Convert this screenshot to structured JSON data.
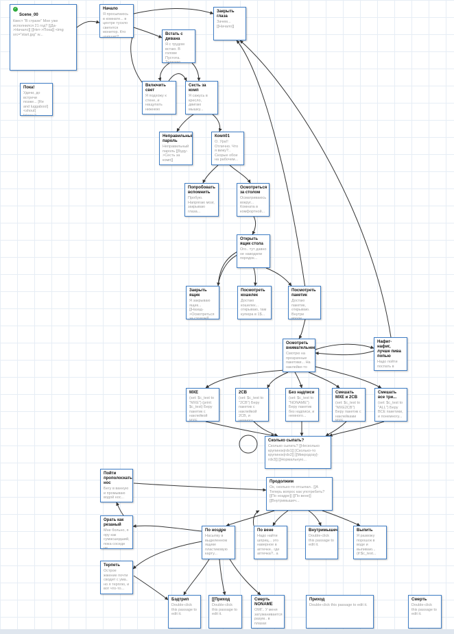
{
  "colors": {
    "box_border": "#3d7cc4",
    "arrow": "#333333",
    "grid": "#e6edf5",
    "start_badge": "#2eaa3c"
  },
  "start_badge_icon": "check-icon",
  "passages": [
    {
      "id": "scene00",
      "title": "Scene_00",
      "excerpt": "Квест \"В страхе\" Мне уже исполнился 21 год? [[Да->Начало]] [[Нет->Пока]] <img src=\"start.jpg\" w...",
      "start": true
    },
    {
      "id": "poka",
      "title": "Пока!",
      "excerpt": "Удачи, до встречи позже... [Re and luggabool] <shout] [class:?"
    },
    {
      "id": "nachalo",
      "title": "Начало",
      "excerpt": "Я просыпаюсь в комнате... в центре тускло светится монитор. Кто шуршит?..."
    },
    {
      "id": "zakryt",
      "title": "Закрыть глаза",
      "excerpt": "Зачем... [[Начало]]"
    },
    {
      "id": "vstat",
      "title": "Встать с дивана",
      "excerpt": "Я с трудом встаю. В голове Пустота. Залезаю..."
    },
    {
      "id": "vkl",
      "title": "Включить свет",
      "excerpt": "Я подхожу к стене, и нащупать нижнюю"
    },
    {
      "id": "sest",
      "title": "Сесть за комп",
      "excerpt": "Я сажусь в кресло, двигаю мышку..."
    },
    {
      "id": "neprav",
      "title": "Неправильный пароль",
      "excerpt": "Неправильный пароль [[Буду->Сесть за комп]]"
    },
    {
      "id": "komp01",
      "title": "Комп01",
      "excerpt": "О. Ура!! Отлично. Что я вижу?.. Скорые обои на рабочем..."
    },
    {
      "id": "popr",
      "title": "Попробовать вспомнить",
      "excerpt": "Пробую. Напрягаю мозг, закрываю глаза..."
    },
    {
      "id": "osm_stol",
      "title": "Осмотреться за столом",
      "excerpt": "Осматриваюсь вокруг... Комната в комфортной..."
    },
    {
      "id": "otkr",
      "title": "Открыть ящик стола",
      "excerpt": "Ого.. тут давно не наводили порядок..."
    },
    {
      "id": "zakr_yash",
      "title": "Закрыть ящик",
      "excerpt": "Я закрываю ящик... [[Назад->Осмотреться за столом]]"
    },
    {
      "id": "kosh",
      "title": "Посмотреть кошелек",
      "excerpt": "Достаю кошелек... открываю, там купюра в 1$..."
    },
    {
      "id": "paketiki",
      "title": "Посмотреть пакетик",
      "excerpt": "Достаю пакетик, открываю. Внутри вроде..."
    },
    {
      "id": "osm_vnim",
      "title": "Осмотреть внимательнее",
      "excerpt": "Смотрю на прозрачные пакетики... На наклейке-то"
    },
    {
      "id": "nafig",
      "title": "Нафиг-нафиг, лучше пива попью",
      "excerpt": "Надо пойти поспать в"
    },
    {
      "id": "mxe",
      "title": "МХЕ",
      "excerpt": "(set: $c_test to \"MXE\") (print: $c_test) Беру пакетик с наклейкой МХЕ..."
    },
    {
      "id": "2cb",
      "title": "2CB",
      "excerpt": "(set: $c_test to \"2CB\") Беру пакетик с наклейкой 2CB, и немного..."
    },
    {
      "id": "bez",
      "title": "Без надписи",
      "excerpt": "(set: $c_test to \"NONAME\") Беру пакетик без надписи, и немного..."
    },
    {
      "id": "smesh",
      "title": "Смешать МХЕ и 2CB",
      "excerpt": "(set: $c_test to \"MXE2CB\") Беру пакетик с наклейками МХЕ..."
    },
    {
      "id": "smesh_vse",
      "title": "Смешать все три...",
      "excerpt": "(set: $c_test to \"ALL\") Беру ВСЕ пакетики, и понемногу..."
    },
    {
      "id": "skolko",
      "title": "Сколько сыпать?",
      "excerpt": "Сколько сыпать? [[Несколько крупинок|rdx1]] [Сколько-то крупинок|rdx2]] [[Микродозу]-rdx3]] [[Нормальную..."
    },
    {
      "id": "poiti",
      "title": "Пойти прополоскать нос",
      "excerpt": "Бегу в ванную и промываю водой нос..."
    },
    {
      "id": "prodoljim",
      "title": "Продолжим",
      "excerpt": "Ок, сколько-то отсыпал.. [[А Теперь вопрос как употребить? [[По ноздре]] [[По вене]] [[Внутримышеч..."
    },
    {
      "id": "orat",
      "title": "Орать как резаный",
      "excerpt": "Мне больно, я ору как сумасшедший, пока соседи не..."
    },
    {
      "id": "po_nozdre",
      "title": "По ноздре",
      "excerpt": "Насыпку в выделенном ящике пластиковую карту..."
    },
    {
      "id": "po_vene",
      "title": "По вене",
      "excerpt": "Надо найти шприц... это наверное в аптечке.. где аптечка?.. а"
    },
    {
      "id": "vnutri",
      "title": "Внутримышечно",
      "excerpt": "Double-click this passage to edit it."
    },
    {
      "id": "vypit",
      "title": "Выпить",
      "excerpt": "Я развожу порошок в воде и выпиваю... (if:$c_test..."
    },
    {
      "id": "terpet",
      "title": "Терпеть",
      "excerpt": "Острое жжение почти сводит с ума.. но я терплю, и вот что-то..."
    },
    {
      "id": "badtrip",
      "title": "Бэдтрип",
      "excerpt": "Double-click this passage to edit it."
    },
    {
      "id": "prihod1",
      "title": "[[Приход",
      "excerpt": "Double-click this passage to edit it."
    },
    {
      "id": "smert_noname",
      "title": "Смерть NONAME",
      "excerpt": "ОМГ.. У меня затуманивается разум.. в плазах"
    },
    {
      "id": "prihod2",
      "title": "Приход",
      "excerpt": "Double-click this passage to edit it."
    },
    {
      "id": "smert",
      "title": "Смерть",
      "excerpt": "Double-click this passage to edit it."
    }
  ]
}
